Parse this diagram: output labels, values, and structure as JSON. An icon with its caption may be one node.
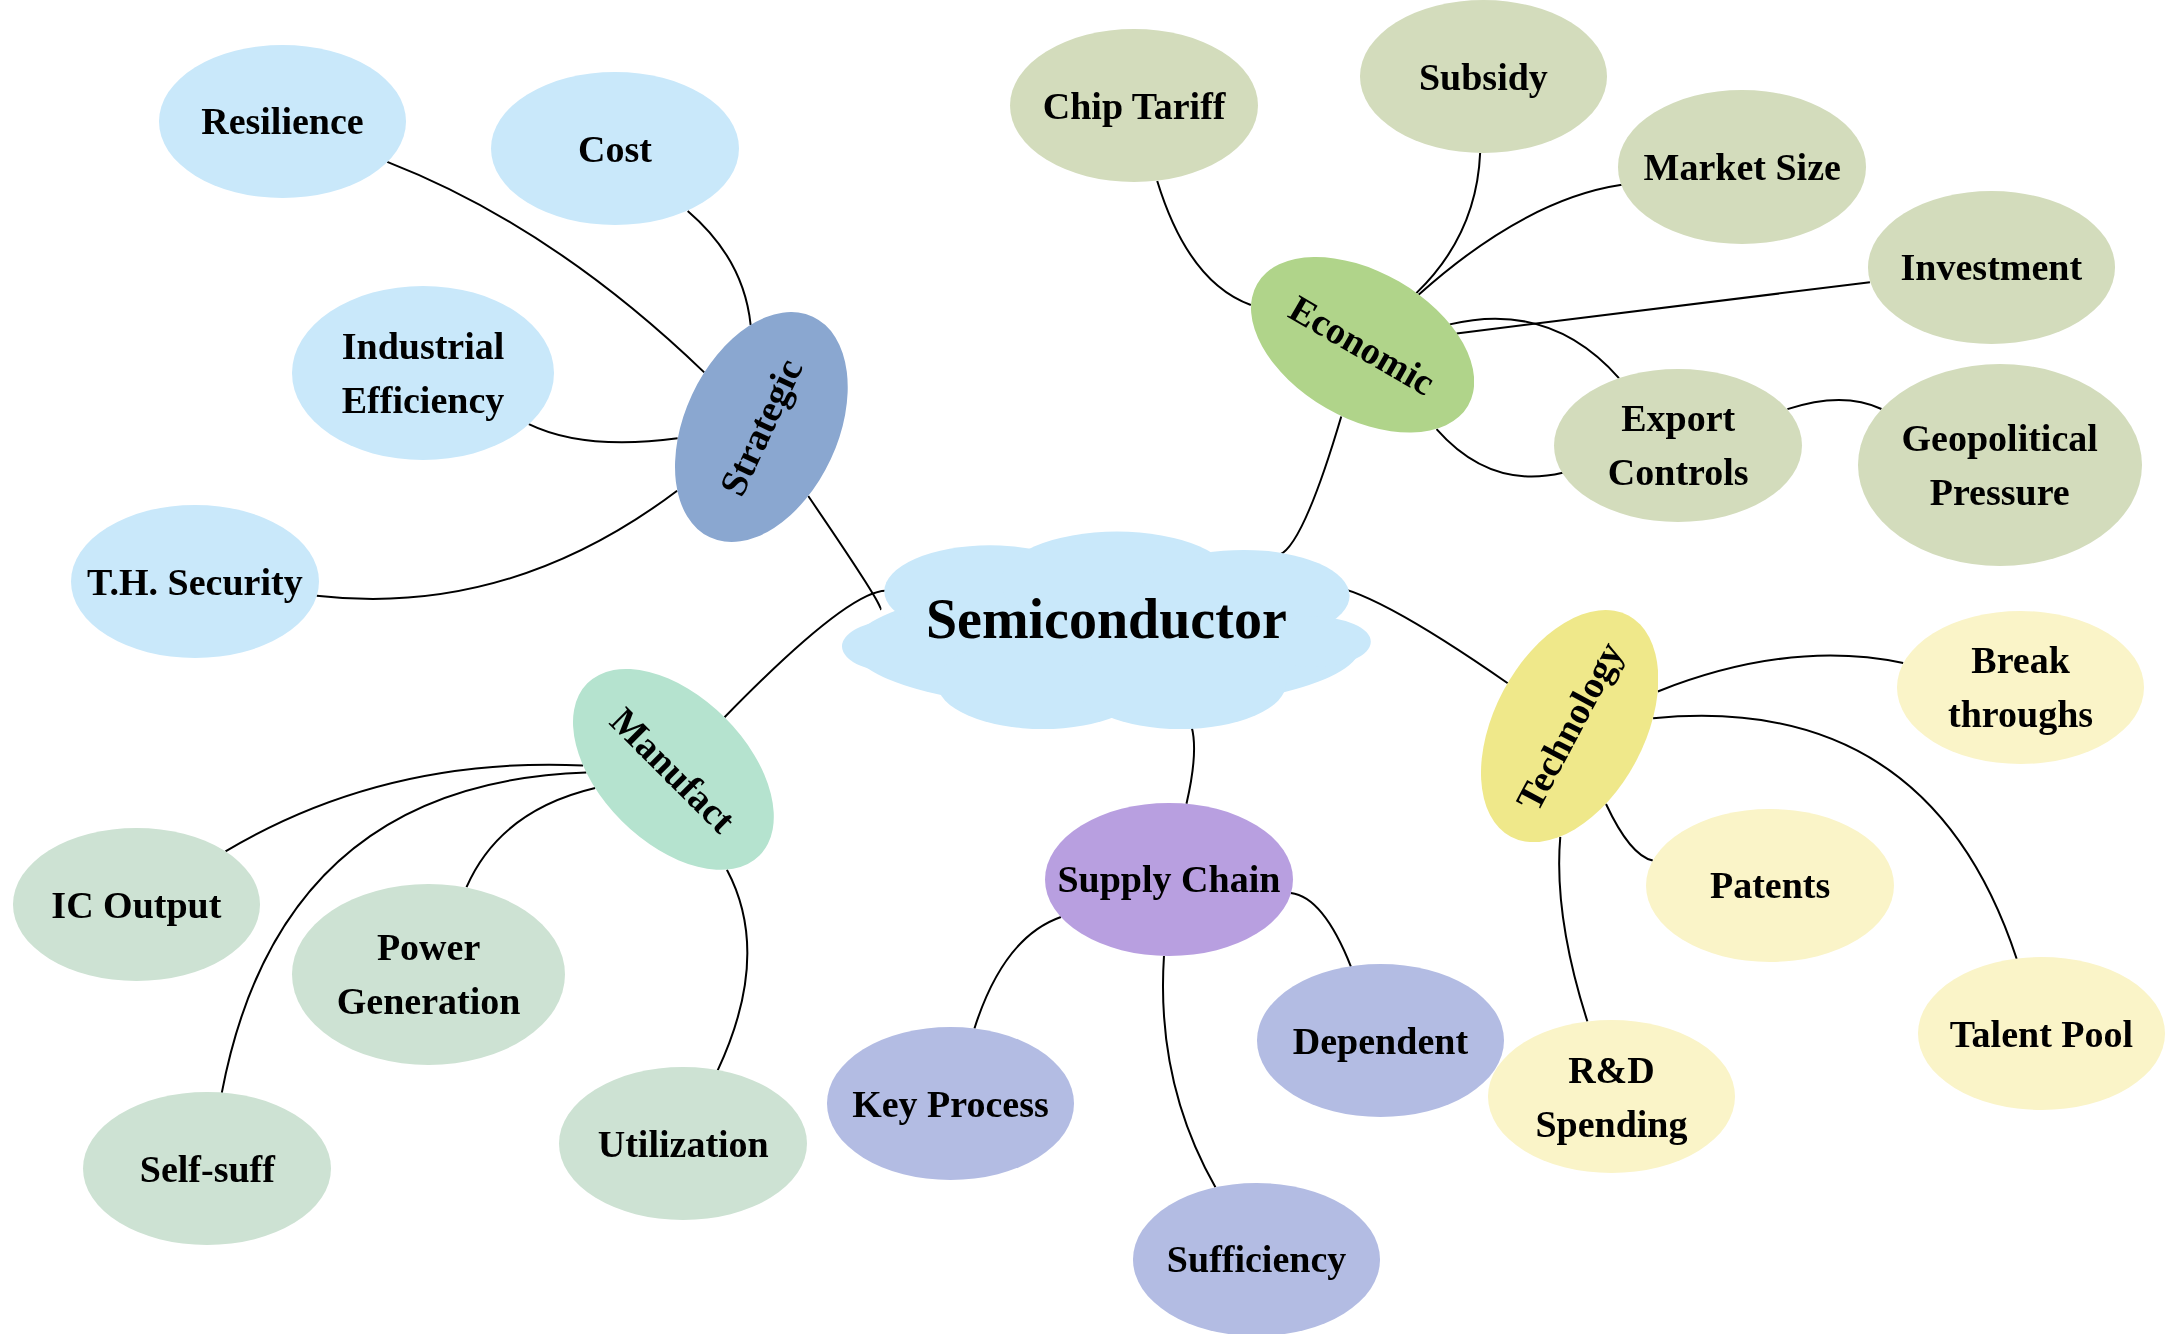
{
  "diagram": {
    "nodes": [
      {
        "text": [
          "Semiconductor"
        ]
      },
      {
        "text": [
          "Strategic"
        ]
      },
      {
        "text": [
          "Resilience"
        ]
      },
      {
        "text": [
          "Cost"
        ]
      },
      {
        "text": [
          "Industrial Efficiency"
        ]
      },
      {
        "text": [
          "T.H. Security"
        ]
      },
      {
        "text": [
          "Economic"
        ]
      },
      {
        "text": [
          "Chip Tariff"
        ]
      },
      {
        "text": [
          "Subsidy"
        ]
      },
      {
        "text": [
          "Market Size"
        ]
      },
      {
        "text": [
          "Investment"
        ]
      },
      {
        "text": [
          "Export Controls"
        ]
      },
      {
        "text": [
          "Geopolitical Pressure"
        ]
      },
      {
        "text": [
          "Manufact"
        ]
      },
      {
        "text": [
          "IC Output"
        ]
      },
      {
        "text": [
          "Power Generation"
        ]
      },
      {
        "text": [
          "Self-suff"
        ]
      },
      {
        "text": [
          "Utilization"
        ]
      },
      {
        "text": [
          "Supply Chain"
        ]
      },
      {
        "text": [
          "Key Process"
        ]
      },
      {
        "text": [
          "Dependent"
        ]
      },
      {
        "text": [
          "Sufficiency"
        ]
      },
      {
        "text": [
          "Technology"
        ]
      },
      {
        "text": [
          "Break throughs"
        ]
      },
      {
        "text": [
          "Patents"
        ]
      },
      {
        "text": [
          "Talent Pool"
        ]
      },
      {
        "text": [
          "R&D Spending"
        ]
      }
    ],
    "edges": [
      {
        "from": 0,
        "to": 1,
        "arrow": "none"
      },
      {
        "from": 0,
        "to": 6,
        "arrow": "none"
      },
      {
        "from": 0,
        "to": 13,
        "arrow": "none"
      },
      {
        "from": 0,
        "to": 18,
        "arrow": "none"
      },
      {
        "from": 0,
        "to": 22,
        "arrow": "none"
      },
      {
        "from": 1,
        "to": 2,
        "arrow": "none"
      },
      {
        "from": 1,
        "to": 3,
        "arrow": "none"
      },
      {
        "from": 1,
        "to": 4,
        "arrow": "none"
      },
      {
        "from": 1,
        "to": 5,
        "arrow": "none"
      },
      {
        "from": 6,
        "to": 7,
        "arrow": "none"
      },
      {
        "from": 6,
        "to": 8,
        "arrow": "none"
      },
      {
        "from": 6,
        "to": 9,
        "arrow": "none"
      },
      {
        "from": 6,
        "to": 10,
        "arrow": "none"
      },
      {
        "from": 6,
        "to": 11,
        "arrow": "none"
      },
      {
        "from": 6,
        "to": 11,
        "arrow": "none"
      },
      {
        "from": 11,
        "to": 12,
        "arrow": "none"
      },
      {
        "from": 13,
        "to": 14,
        "arrow": "none"
      },
      {
        "from": 13,
        "to": 15,
        "arrow": "none"
      },
      {
        "from": 13,
        "to": 16,
        "arrow": "none"
      },
      {
        "from": 13,
        "to": 17,
        "arrow": "none"
      },
      {
        "from": 18,
        "to": 19,
        "arrow": "none"
      },
      {
        "from": 18,
        "to": 20,
        "arrow": "none"
      },
      {
        "from": 18,
        "to": 21,
        "arrow": "none"
      },
      {
        "from": 22,
        "to": 23,
        "arrow": "none"
      },
      {
        "from": 22,
        "to": 24,
        "arrow": "none"
      },
      {
        "from": 22,
        "to": 25,
        "arrow": "none"
      },
      {
        "from": 22,
        "to": 26,
        "arrow": "none"
      }
    ]
  }
}
